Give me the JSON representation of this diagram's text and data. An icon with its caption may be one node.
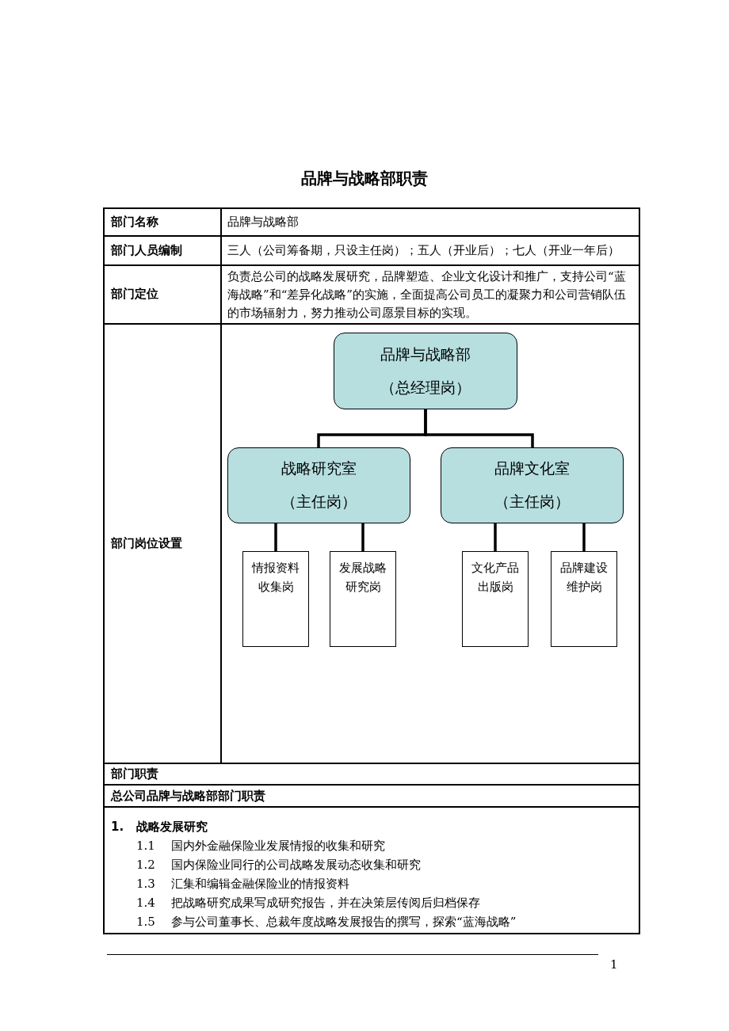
{
  "diagram": {
    "title": "品牌与战略部职责",
    "nodes": [
      {
        "text": [
          "品牌与战略部",
          "（总经理岗）"
        ]
      },
      {
        "text": [
          "战略研究室",
          "（主任岗）"
        ]
      },
      {
        "text": [
          "品牌文化室",
          "（主任岗）"
        ]
      },
      {
        "text": [
          "情报资料收集岗"
        ]
      },
      {
        "text": [
          "发展战略研究岗"
        ]
      },
      {
        "text": [
          "文化产品出版岗"
        ]
      },
      {
        "text": [
          "品牌建设维护岗"
        ]
      }
    ],
    "edges": [
      {
        "from": 0,
        "to": 1,
        "arrow": "none"
      },
      {
        "from": 0,
        "to": 2,
        "arrow": "none"
      },
      {
        "from": 1,
        "to": 3,
        "arrow": "none"
      },
      {
        "from": 1,
        "to": 4,
        "arrow": "none"
      },
      {
        "from": 2,
        "to": 5,
        "arrow": "none"
      },
      {
        "from": 2,
        "to": 6,
        "arrow": "none"
      }
    ],
    "labels": [
      "部门名称",
      "品牌与战略部",
      "部门人员编制",
      "三人（公司筹备期，只设主任岗）；五人（开业后）；七人（开业一年后）",
      "部门定位",
      "负责总公司的战略发展研究，品牌塑造、企业文化设计和推广，支持公司“蓝海战略”和“差异化战略”的实施，全面提高公司员工的凝聚力和公司营销队伍的市场辐射力，努力推动公司愿景目标的实现。",
      "部门岗位设置",
      "部门职责",
      "总公司品牌与战略部部门职责",
      "1.",
      "战略发展研究",
      "1.1",
      "国内外金融保险业发展情报的收集和研究",
      "1.2",
      "国内保险业同行的公司战略发展动态收集和研究",
      "1.3",
      "汇集和编辑金融保险业的情报资料",
      "1.4",
      "把战略研究成果写成研究报告，并在决策层传阅后归档保存",
      "1.5",
      "参与公司董事长、总裁年度战略发展报告的撰写，探索“蓝海战略”",
      "1"
    ]
  }
}
